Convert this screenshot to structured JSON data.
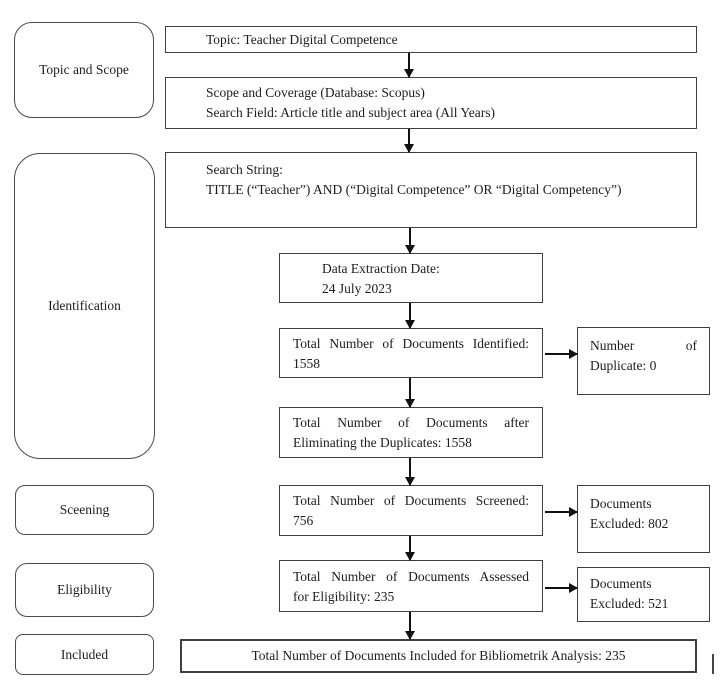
{
  "stages": [
    {
      "label": "Topic and Scope"
    },
    {
      "label": "Identification"
    },
    {
      "label": "Sceening"
    },
    {
      "label": "Eligibility"
    },
    {
      "label": "Included"
    }
  ],
  "flow": {
    "topic": {
      "line1": "Topic: Teacher Digital Competence"
    },
    "scope": {
      "line1": "Scope and Coverage (Database: Scopus)",
      "line2": "Search Field: Article title and subject area (All Years)"
    },
    "search": {
      "line1": "Search String:",
      "line2": "TITLE (“Teacher”) AND (“Digital Competence” OR “Digital Competency”)"
    },
    "extraction": {
      "line1": "Data Extraction Date:",
      "line2": "24 July 2023"
    },
    "identified": {
      "line1": "Total Number of Documents Identified:",
      "line2": "1558"
    },
    "duplicate": {
      "line1": "Number of",
      "line2": "Duplicate: 0"
    },
    "after_duplicates": {
      "line1": "Total Number of Documents after",
      "line2": "Eliminating the Duplicates: 1558"
    },
    "screened": {
      "line1": "Total Number of Documents Screened:",
      "line2": "756"
    },
    "excluded_screened": {
      "line1": "Documents",
      "line2": "Excluded: 802"
    },
    "assessed": {
      "line1": "Total Number of Documents Assessed",
      "line2": "for Eligibility: 235"
    },
    "excluded_assessed": {
      "line1": "Documents",
      "line2": "Excluded: 521"
    },
    "included": {
      "line1": "Total Number of Documents Included for Bibliometrik Analysis: 235"
    }
  },
  "colors": {
    "border": "#3f3f3f",
    "text": "#1c1c1c",
    "arrow": "#111111",
    "background": "#ffffff"
  }
}
